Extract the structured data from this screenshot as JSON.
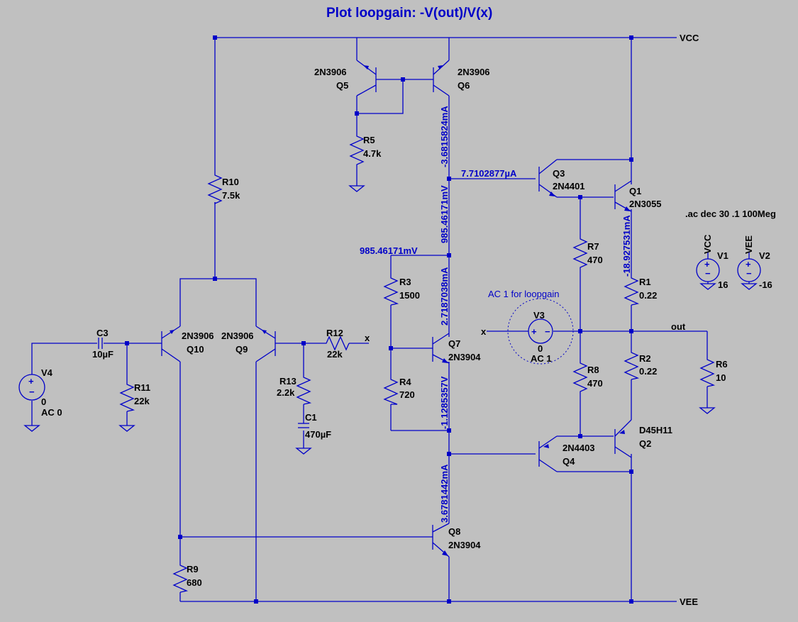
{
  "title": "Plot loopgain: -V(out)/V(x)",
  "directive": ".ac dec 30 .1 100Meg",
  "rails": {
    "vcc": "VCC",
    "vee": "VEE"
  },
  "nets": {
    "out": "out",
    "x": "x"
  },
  "loopgain_note": "AC 1 for loopgain",
  "sources": {
    "v1": {
      "name": "V1",
      "node": "VCC",
      "value": "16"
    },
    "v2": {
      "name": "V2",
      "node": "VEE",
      "value": "-16"
    },
    "v3": {
      "name": "V3",
      "value": "0",
      "ac": "AC 1"
    },
    "v4": {
      "name": "V4",
      "value": "0",
      "ac": "AC 0"
    }
  },
  "resistors": {
    "r1": {
      "name": "R1",
      "value": "0.22"
    },
    "r2": {
      "name": "R2",
      "value": "0.22"
    },
    "r3": {
      "name": "R3",
      "value": "1500"
    },
    "r4": {
      "name": "R4",
      "value": "720"
    },
    "r5": {
      "name": "R5",
      "value": "4.7k"
    },
    "r6": {
      "name": "R6",
      "value": "10"
    },
    "r7": {
      "name": "R7",
      "value": "470"
    },
    "r8": {
      "name": "R8",
      "value": "470"
    },
    "r9": {
      "name": "R9",
      "value": "680"
    },
    "r10": {
      "name": "R10",
      "value": "7.5k"
    },
    "r11": {
      "name": "R11",
      "value": "22k"
    },
    "r12": {
      "name": "R12",
      "value": "22k"
    },
    "r13": {
      "name": "R13",
      "value": "2.2k"
    }
  },
  "capacitors": {
    "c1": {
      "name": "C1",
      "value": "470µF"
    },
    "c3": {
      "name": "C3",
      "value": "10µF"
    }
  },
  "transistors": {
    "q1": {
      "name": "Q1",
      "model": "2N3055"
    },
    "q2": {
      "name": "Q2",
      "model": "D45H11"
    },
    "q3": {
      "name": "Q3",
      "model": "2N4401"
    },
    "q4": {
      "name": "Q4",
      "model": "2N4403"
    },
    "q5": {
      "name": "Q5",
      "model": "2N3906"
    },
    "q6": {
      "name": "Q6",
      "model": "2N3906"
    },
    "q7": {
      "name": "Q7",
      "model": "2N3904"
    },
    "q8": {
      "name": "Q8",
      "model": "2N3904"
    },
    "q9": {
      "name": "Q9",
      "model": "2N3906"
    },
    "q10": {
      "name": "Q10",
      "model": "2N3906"
    }
  },
  "annotations": {
    "i_q6": "-3.6815824mA",
    "v_bias_top": "985.46171mV",
    "v_node": "985.46171mV",
    "i_q3_base": "7.7102877µA",
    "i_r1": "-18.927531mA",
    "i_q7": "2.7187038mA",
    "v_q7e": "-1.1285357V",
    "i_q8": "3.6781442mA"
  }
}
